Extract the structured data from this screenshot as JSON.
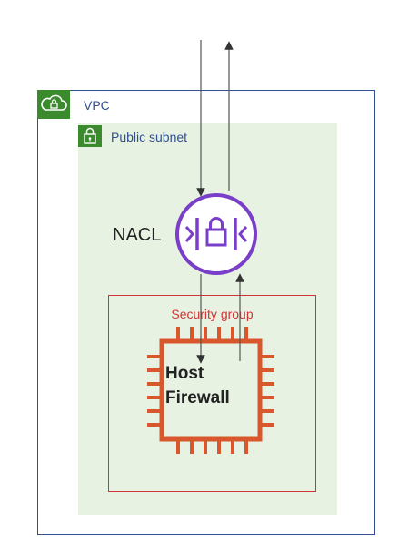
{
  "vpc": {
    "label": "VPC",
    "icon": "cloud-lock-icon"
  },
  "subnet": {
    "label": "Public subnet",
    "icon": "padlock-icon"
  },
  "nacl": {
    "label": "NACL",
    "icon": "nacl-icon"
  },
  "security_group": {
    "label": "Security group"
  },
  "host": {
    "line1": "Host",
    "line2": "Firewall",
    "icon": "chip-icon"
  },
  "colors": {
    "vpc_border": "#2f4f8f",
    "badge_green": "#3c8a2e",
    "subnet_fill": "#e8f2e2",
    "nacl_purple": "#7a3fc9",
    "sg_red": "#d13434",
    "chip_orange": "#d9572c",
    "arrow_gray": "#555555"
  }
}
